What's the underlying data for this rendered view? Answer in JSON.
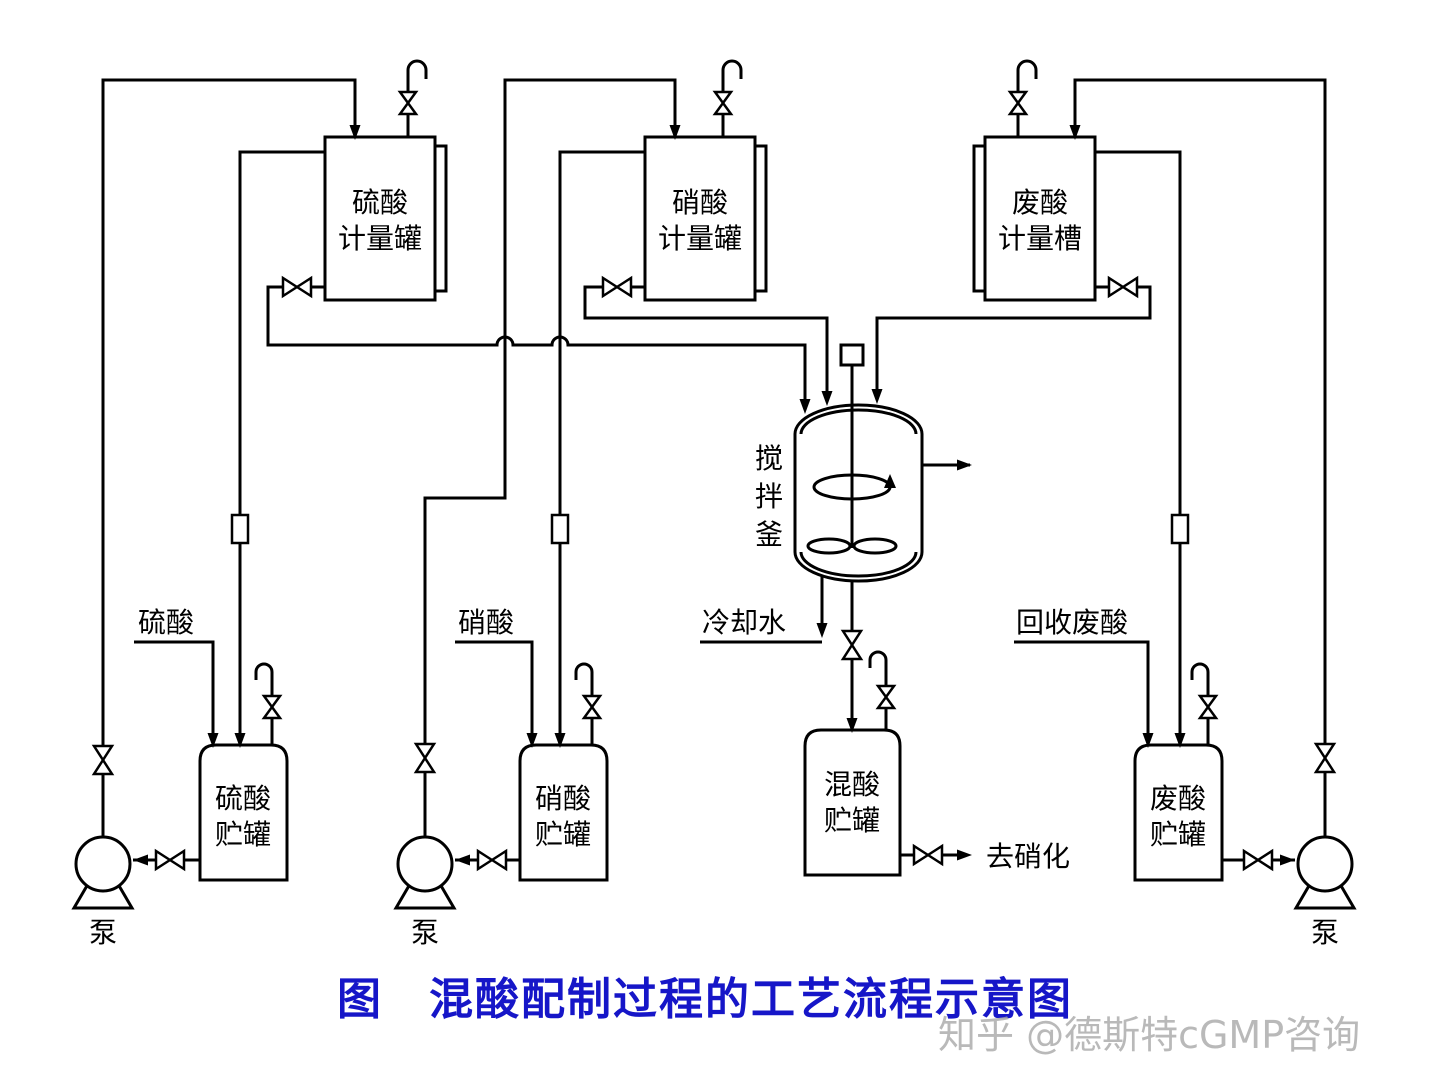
{
  "title": {
    "text": "图　混酸配制过程的工艺流程示意图",
    "color": "#1616c8"
  },
  "watermark": {
    "text": "知乎 @德斯特cGMP咨询",
    "color": "#a8a8a8"
  },
  "colors": {
    "line": "#000000",
    "background": "#ffffff"
  },
  "meter_tanks": [
    {
      "name": "h2so4-metering-tank",
      "label_lines": [
        "硫酸",
        "计量罐"
      ]
    },
    {
      "name": "hno3-metering-tank",
      "label_lines": [
        "硝酸",
        "计量罐"
      ]
    },
    {
      "name": "waste-acid-metering-tank",
      "label_lines": [
        "废酸",
        "计量槽"
      ]
    }
  ],
  "storage_tanks": [
    {
      "name": "h2so4-storage-tank",
      "label_lines": [
        "硫酸",
        "贮罐"
      ]
    },
    {
      "name": "hno3-storage-tank",
      "label_lines": [
        "硝酸",
        "贮罐"
      ]
    },
    {
      "name": "mixed-acid-storage-tank",
      "label_lines": [
        "混酸",
        "贮罐"
      ]
    },
    {
      "name": "waste-acid-storage-tank",
      "label_lines": [
        "废酸",
        "贮罐"
      ]
    }
  ],
  "reactor": {
    "label_chars": [
      "搅",
      "拌",
      "釜"
    ]
  },
  "streams": {
    "h2so4_feed": "硫酸",
    "hno3_feed": "硝酸",
    "recovered_waste_acid": "回收废酸",
    "cooling_water": "冷却水",
    "to_nitration": "去硝化"
  },
  "pumps": [
    {
      "label": "泵"
    },
    {
      "label": "泵"
    },
    {
      "label": "泵"
    }
  ]
}
